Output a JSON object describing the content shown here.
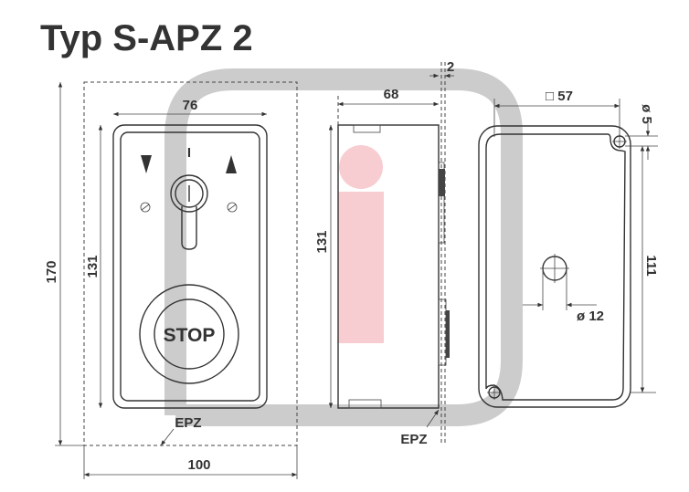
{
  "title": "Typ S-APZ 2",
  "front_view": {
    "dim_width": "76",
    "dim_height_plate": "131",
    "dim_height_total": "170",
    "dim_width_total": "100",
    "epz_label": "EPZ",
    "position_mark": "I",
    "stop_label": "STOP"
  },
  "side_view": {
    "dim_depth": "68",
    "dim_gap": "2",
    "dim_height": "131",
    "epz_label": "EPZ"
  },
  "back_view": {
    "dim_square": "□ 57",
    "dim_hole_small": "ø 5",
    "dim_hole_center": "ø 12",
    "dim_height": "111"
  },
  "colors": {
    "line": "#333333",
    "watermark_gray": "#cccccc",
    "watermark_pink": "#f7cdd1"
  }
}
